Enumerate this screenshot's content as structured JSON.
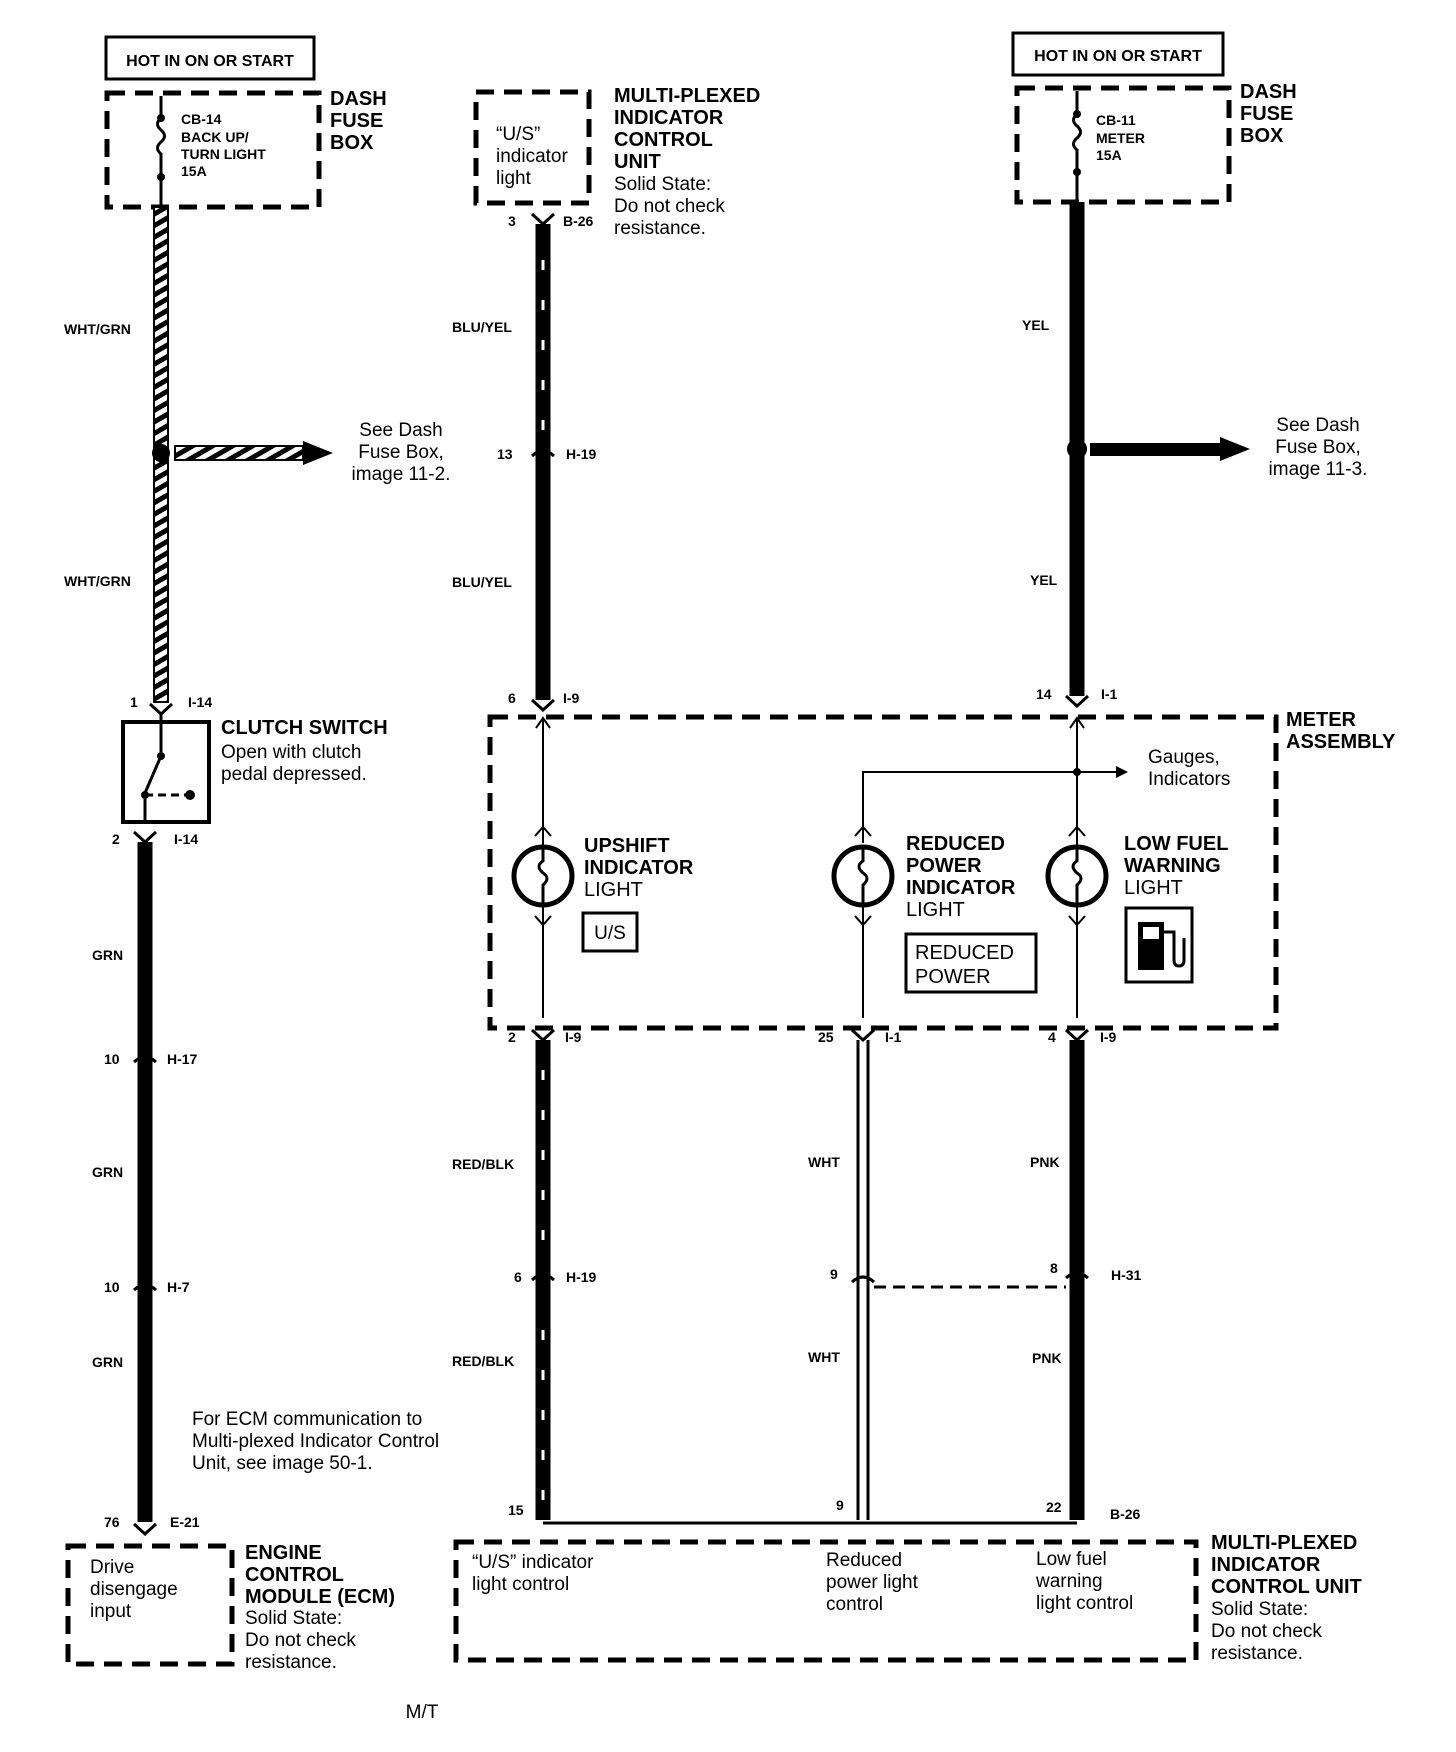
{
  "power_sources": {
    "left_hot": "HOT IN ON OR START",
    "right_hot": "HOT IN ON OR START"
  },
  "left_fuse_box": {
    "fuse_id": "CB-14",
    "fuse_line2": "BACK UP/",
    "fuse_line3": "TURN LIGHT",
    "fuse_rating": "15A",
    "box_line1": "DASH",
    "box_line2": "FUSE",
    "box_line3": "BOX"
  },
  "right_fuse_box": {
    "fuse_id": "CB-11",
    "fuse_line2": "METER",
    "fuse_rating": "15A",
    "box_line1": "DASH",
    "box_line2": "FUSE",
    "box_line3": "BOX"
  },
  "top_micu": {
    "inner_line1": "“U/S”",
    "inner_line2": "indicator",
    "inner_line3": "light",
    "title_line1": "MULTI-PLEXED",
    "title_line2": "INDICATOR",
    "title_line3": "CONTROL",
    "title_line4": "UNIT",
    "note_line1": "Solid State:",
    "note_line2": "Do not check",
    "note_line3": "resistance."
  },
  "wires": {
    "wht_grn_1": "WHT/GRN",
    "wht_grn_2": "WHT/GRN",
    "blu_yel_1": "BLU/YEL",
    "blu_yel_2": "BLU/YEL",
    "yel_1": "YEL",
    "yel_2": "YEL",
    "grn_1": "GRN",
    "grn_2": "GRN",
    "grn_3": "GRN",
    "red_blk_1": "RED/BLK",
    "red_blk_2": "RED/BLK",
    "wht_1": "WHT",
    "wht_2": "WHT",
    "pnk_1": "PNK",
    "pnk_2": "PNK"
  },
  "see_notes": {
    "left_line1": "See Dash",
    "left_line2": "Fuse Box,",
    "left_line3": "image 11-2.",
    "right_line1": "See Dash",
    "right_line2": "Fuse Box,",
    "right_line3": "image 11-3."
  },
  "connectors": {
    "b26_top_pin": "3",
    "b26_top_id": "B-26",
    "h19_top_pin": "13",
    "h19_top_id": "H-19",
    "i14_top_pin": "1",
    "i14_top_id": "I-14",
    "i9_top_pin": "6",
    "i9_top_id": "I-9",
    "i1_top_pin": "14",
    "i1_top_id": "I-1",
    "i14_bot_pin": "2",
    "i14_bot_id": "I-14",
    "h17_pin": "10",
    "h17_id": "H-17",
    "h7_pin": "10",
    "h7_id": "H-7",
    "e21_pin": "76",
    "e21_id": "E-21",
    "i9_bot_pin": "2",
    "i9_bot_id": "I-9",
    "i1_bot_pin": "25",
    "i1_bot_id": "I-1",
    "i9_bot2_pin": "4",
    "i9_bot2_id": "I-9",
    "h19_bot_pin": "6",
    "h19_bot_id": "H-19",
    "h31_wht_pin": "9",
    "h31_pnk_pin": "8",
    "h31_id": "H-31",
    "b26_bot_pin1": "15",
    "b26_bot_pin2": "9",
    "b26_bot_pin3": "22",
    "b26_bot_id": "B-26"
  },
  "clutch_switch": {
    "title": "CLUTCH SWITCH",
    "note_line1": "Open with clutch",
    "note_line2": "pedal depressed."
  },
  "meter_assembly": {
    "title_line1": "METER",
    "title_line2": "ASSEMBLY",
    "gauges_line1": "Gauges,",
    "gauges_line2": "Indicators",
    "upshift_line1": "UPSHIFT",
    "upshift_line2": "INDICATOR",
    "upshift_line3": "LIGHT",
    "us_badge": "U/S",
    "reduced_line1": "REDUCED",
    "reduced_line2": "POWER",
    "reduced_line3": "INDICATOR",
    "reduced_line4": "LIGHT",
    "reduced_badge_line1": "REDUCED",
    "reduced_badge_line2": "POWER",
    "lowfuel_line1": "LOW FUEL",
    "lowfuel_line2": "WARNING",
    "lowfuel_line3": "LIGHT"
  },
  "ecm_note": {
    "line1": "For ECM communication to",
    "line2": "Multi-plexed Indicator Control",
    "line3": "Unit, see image 50-1."
  },
  "ecm": {
    "inner_line1": "Drive",
    "inner_line2": "disengage",
    "inner_line3": "input",
    "title_line1": "ENGINE",
    "title_line2": "CONTROL",
    "title_line3": "MODULE (ECM)",
    "note_line1": "Solid State:",
    "note_line2": "Do not check",
    "note_line3": "resistance."
  },
  "bottom_micu": {
    "us_line1": "“U/S” indicator",
    "us_line2": "light control",
    "rp_line1": "Reduced",
    "rp_line2": "power light",
    "rp_line3": "control",
    "lf_line1": "Low fuel",
    "lf_line2": "warning",
    "lf_line3": "light control",
    "title_line1": "MULTI-PLEXED",
    "title_line2": "INDICATOR",
    "title_line3": "CONTROL UNIT",
    "note_line1": "Solid State:",
    "note_line2": "Do not check",
    "note_line3": "resistance."
  },
  "footer": {
    "label": "M/T"
  }
}
